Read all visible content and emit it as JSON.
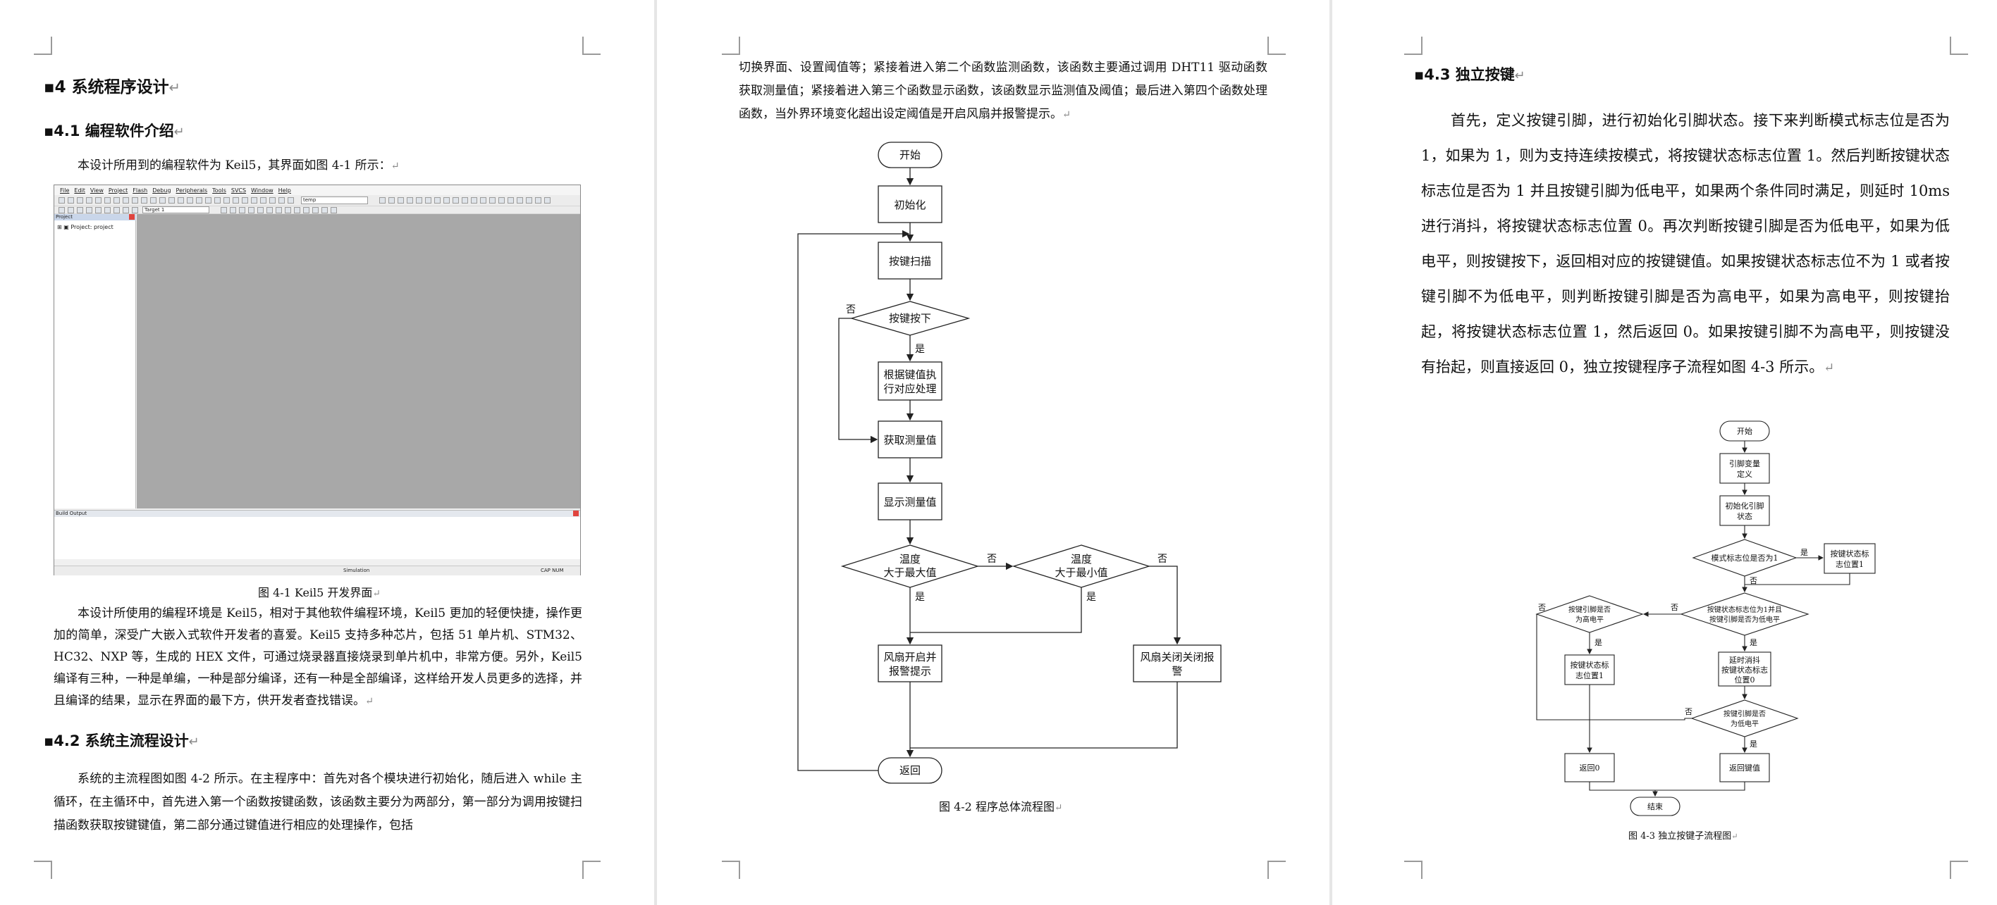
{
  "page1": {
    "h1": "4  系统程序设计",
    "h2_1": "4.1  编程软件介绍",
    "p1": "本设计所用到的编程软件为 Keil5，其界面如图 4-1 所示：",
    "keil": {
      "menu": [
        "File",
        "Edit",
        "View",
        "Project",
        "Flash",
        "Debug",
        "Peripherals",
        "Tools",
        "SVCS",
        "Window",
        "Help"
      ],
      "combo_value": "temp",
      "target": "Target 1",
      "project_panel": "Project",
      "project_item": "Project: project",
      "build_panel": "Build Output",
      "status_center": "Simulation",
      "status_right": "CAP  NUM"
    },
    "cap1": "图 4-1 Keil5 开发界面",
    "p2": "本设计所使用的编程环境是 Keil5，相对于其他软件编程环境，Keil5 更加的轻便快捷，操作更加的简单，深受广大嵌入式软件开发者的喜爱。Keil5 支持多种芯片，包括 51 单片机、STM32、HC32、NXP 等，生成的 HEX 文件，可通过烧录器直接烧录到单片机中，非常方便。另外，Keil5 编译有三种，一种是单编，一种是部分编译，还有一种是全部编译，这样给开发人员更多的选择，并且编译的结果，显示在界面的最下方，供开发者查找错误。",
    "h2_2": "4.2  系统主流程设计",
    "p3": "系统的主流程图如图 4-2 所示。在主程序中：首先对各个模块进行初始化，随后进入 while 主循环，在主循环中，首先进入第一个函数按键函数，该函数主要分为两部分，第一部分为调用按键扫描函数获取按键键值，第二部分通过键值进行相应的处理操作，包括"
  },
  "page2": {
    "p1": "切换界面、设置阈值等；紧接着进入第二个函数监测函数，该函数主要通过调用 DHT11 驱动函数获取测量值；紧接着进入第三个函数显示函数，该函数显示监测值及阈值；最后进入第四个函数处理函数，当外界环境变化超出设定阈值是开启风扇并报警提示。",
    "flow": {
      "start": "开始",
      "init": "初始化",
      "scan": "按键扫描",
      "pressed": "按键按下",
      "handle_1": "根据键值执",
      "handle_2": "行对应处理",
      "get": "获取测量值",
      "show": "显示测量值",
      "max_1": "温度",
      "max_2": "大于最大值",
      "min_1": "温度",
      "min_2": "大于最小值",
      "fan_on_1": "风扇开启并",
      "fan_on_2": "报警提示",
      "fan_off_1": "风扇关闭关闭报",
      "fan_off_2": "警",
      "ret": "返回",
      "yes": "是",
      "no": "否"
    },
    "cap": "图 4-2    程序总体流程图"
  },
  "page3": {
    "h2": "4.3  独立按键",
    "p1": "首先，定义按键引脚，进行初始化引脚状态。接下来判断模式标志位是否为 1，如果为 1，则为支持连续按模式，将按键状态标志位置 1。然后判断按键状态标志位是否为 1 并且按键引脚为低电平，如果两个条件同时满足，则延时 10ms 进行消抖，将按键状态标志位置 0。再次判断按键引脚是否为低电平，如果为低电平，则按键按下，返回相对应的按键键值。如果按键状态标志位不为 1 或者按键引脚不为低电平，则判断按键引脚是否为高电平，如果为高电平，则按键抬起，将按键状态标志位置 1，然后返回 0。如果按键引脚不为高电平，则按键没有抬起，则直接返回 0，独立按键程序子流程如图 4-3 所示。",
    "flow": {
      "start": "开始",
      "def_1": "引脚变量",
      "def_2": "定义",
      "init_1": "初始化引脚",
      "init_2": "状态",
      "mode": "模式标志位是否为1",
      "set1_1": "按键状态标",
      "set1_2": "志位置1",
      "cond_1": "按键状态标志位为1并且",
      "cond_2": "按键引脚是否为低电平",
      "high_1": "按键引脚是否",
      "high_2": "为高电平",
      "set1b_1": "按键状态标",
      "set1b_2": "志位置1",
      "delay_1": "延时消抖",
      "delay_2": "按键状态标志",
      "delay_3": "位置0",
      "low_1": "按键引脚是否",
      "low_2": "为低电平",
      "ret0": "返回0",
      "retkey": "返回键值",
      "end": "结束",
      "yes": "是",
      "no": "否"
    },
    "cap": "图 4-3 独立按键子流程图"
  }
}
